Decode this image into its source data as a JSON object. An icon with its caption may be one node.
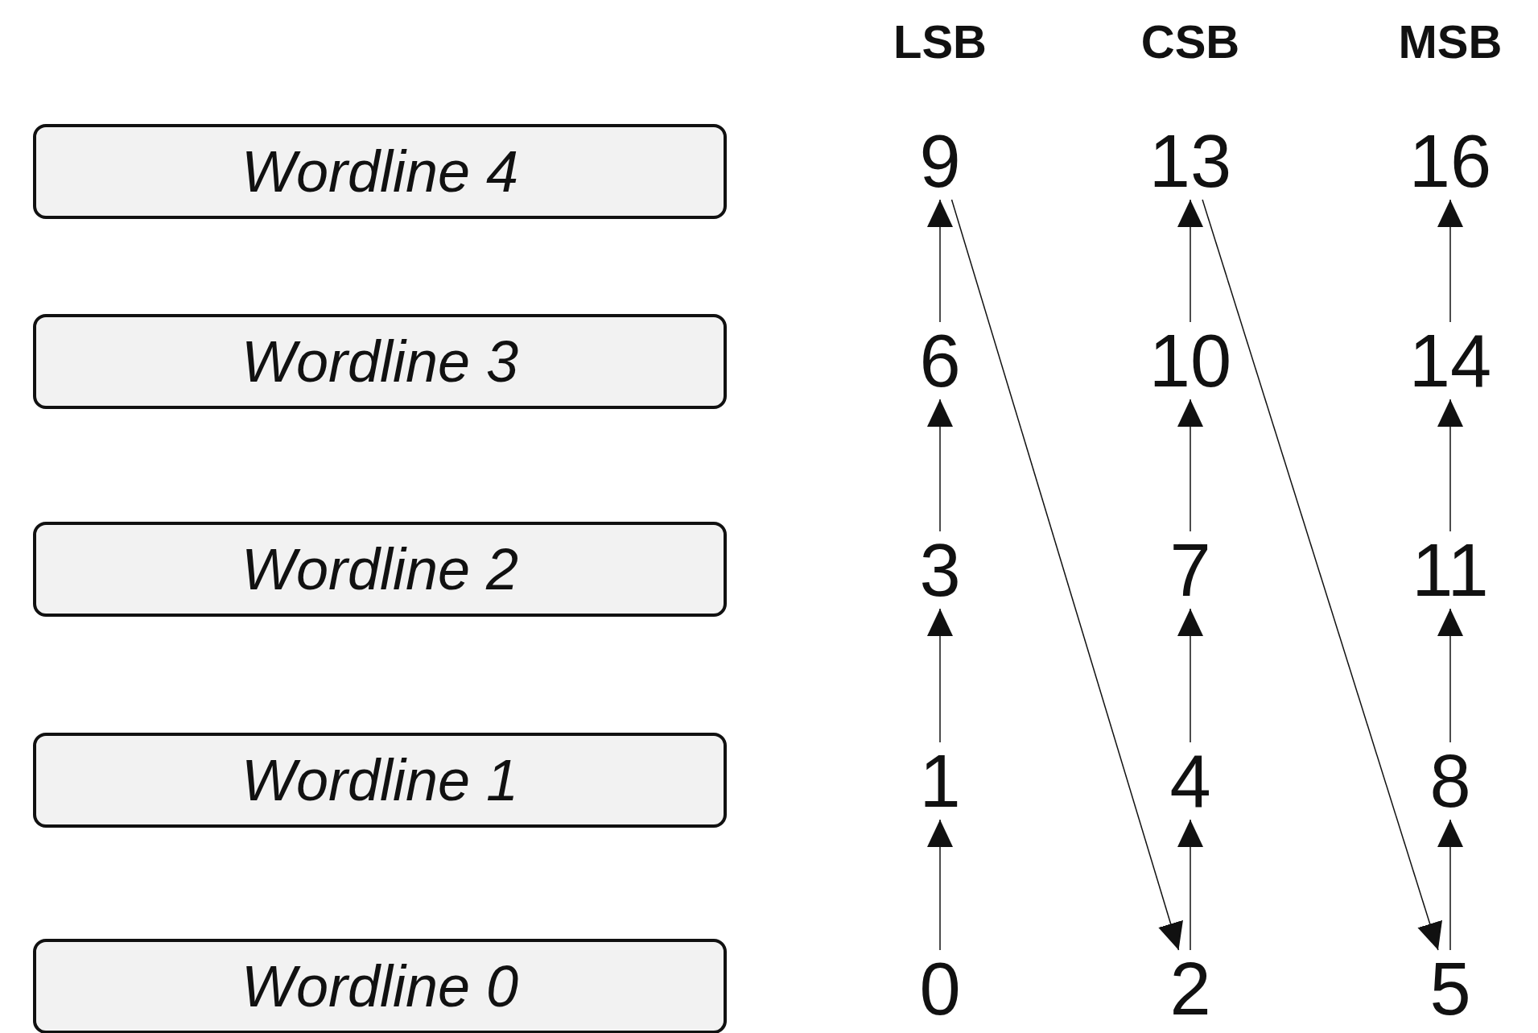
{
  "diagram": {
    "nodes": [
      {
        "text": [
          "Wordline 4"
        ]
      },
      {
        "text": [
          "Wordline 3"
        ]
      },
      {
        "text": [
          "Wordline 2"
        ]
      },
      {
        "text": [
          "Wordline 1"
        ]
      },
      {
        "text": [
          "Wordline 0"
        ]
      },
      {
        "text": [
          "9"
        ]
      },
      {
        "text": [
          "13"
        ]
      },
      {
        "text": [
          "16"
        ]
      },
      {
        "text": [
          "6"
        ]
      },
      {
        "text": [
          "10"
        ]
      },
      {
        "text": [
          "14"
        ]
      },
      {
        "text": [
          "3"
        ]
      },
      {
        "text": [
          "7"
        ]
      },
      {
        "text": [
          "11"
        ]
      },
      {
        "text": [
          "1"
        ]
      },
      {
        "text": [
          "4"
        ]
      },
      {
        "text": [
          "8"
        ]
      },
      {
        "text": [
          "0"
        ]
      },
      {
        "text": [
          "2"
        ]
      },
      {
        "text": [
          "5"
        ]
      }
    ],
    "edges": [
      {
        "from": 17,
        "to": 14,
        "arrow": "to"
      },
      {
        "from": 14,
        "to": 11,
        "arrow": "to"
      },
      {
        "from": 11,
        "to": 8,
        "arrow": "to"
      },
      {
        "from": 8,
        "to": 5,
        "arrow": "to"
      },
      {
        "from": 5,
        "to": 18,
        "arrow": "to"
      },
      {
        "from": 18,
        "to": 15,
        "arrow": "to"
      },
      {
        "from": 15,
        "to": 12,
        "arrow": "to"
      },
      {
        "from": 12,
        "to": 9,
        "arrow": "to"
      },
      {
        "from": 9,
        "to": 6,
        "arrow": "to"
      },
      {
        "from": 6,
        "to": 19,
        "arrow": "to"
      },
      {
        "from": 19,
        "to": 16,
        "arrow": "to"
      },
      {
        "from": 16,
        "to": 13,
        "arrow": "to"
      },
      {
        "from": 13,
        "to": 10,
        "arrow": "to"
      },
      {
        "from": 10,
        "to": 7,
        "arrow": "to"
      }
    ],
    "labels": [
      "LSB",
      "CSB",
      "MSB"
    ]
  }
}
